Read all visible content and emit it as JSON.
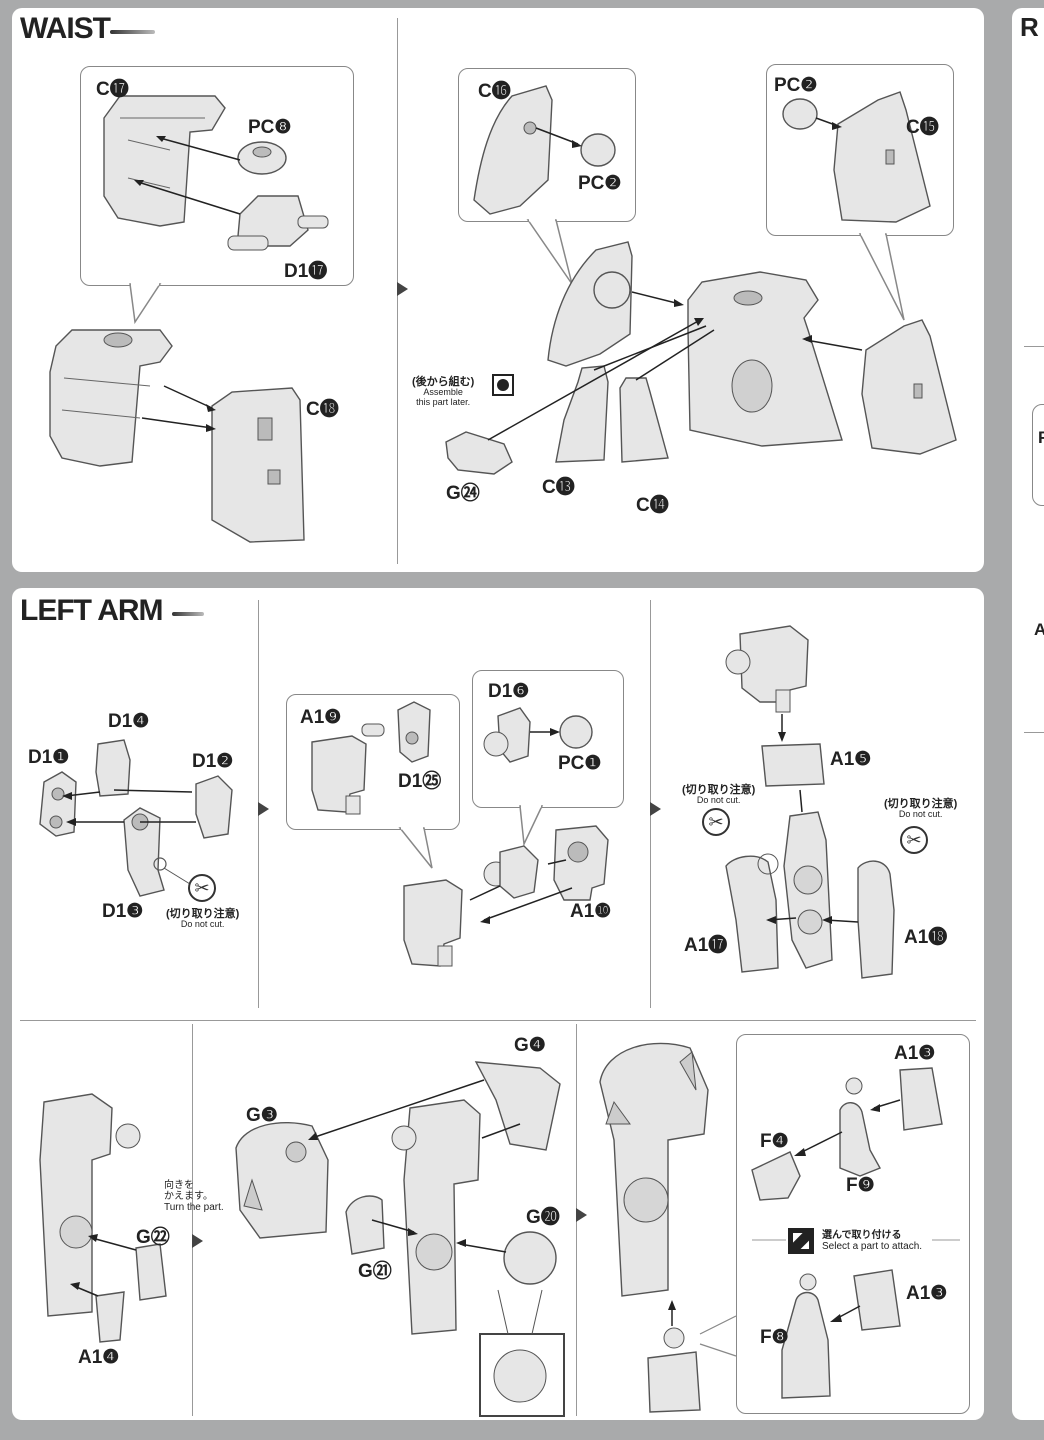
{
  "sections": {
    "waist": {
      "title": "WAIST"
    },
    "left_arm": {
      "title": "LEFT ARM"
    }
  },
  "right_strip": {
    "letter_top": "R",
    "letter_mid_a": "F",
    "letter_mid_b": "A"
  },
  "labels": {
    "c17": "C⓱",
    "pc8": "PC❽",
    "d117": "D1⓱",
    "c18": "C⓲",
    "c16": "C⓰",
    "pc2_a": "PC❷",
    "pc2_b": "PC❷",
    "c15": "C⓯",
    "g24": "G㉔",
    "c13": "C⓭",
    "c14": "C⓮",
    "d14": "D1❹",
    "d11": "D1❶",
    "d12": "D1❷",
    "d13": "D1❸",
    "a19": "A1❾",
    "d125": "D1㉕",
    "d16": "D1❻",
    "pc1": "PC❶",
    "a110": "A1❿",
    "a15": "A1❺",
    "a117": "A1⓱",
    "a118": "A1⓲",
    "g22": "G㉒",
    "a14": "A1❹",
    "g3": "G❸",
    "g4": "G❹",
    "g20": "G⓴",
    "g21": "G㉑",
    "a13_a": "A1❸",
    "a13_b": "A1❸",
    "f4": "F❹",
    "f9": "F❾",
    "f8": "F❽"
  },
  "notes": {
    "assemble_later_jp": "(後から組む)",
    "assemble_later_en_1": "Assemble",
    "assemble_later_en_2": "this part later.",
    "do_not_cut_jp": "(切り取り注意)",
    "do_not_cut_en": "Do not cut.",
    "turn_jp_1": "向きを",
    "turn_jp_2": "かえます。",
    "turn_en": "Turn the part.",
    "select_jp": "選んで取り付ける",
    "select_en": "Select a part to attach."
  },
  "colors": {
    "page_bg": "#a9aaab",
    "panel": "#ffffff",
    "part_fill": "#e4e4e4",
    "part_stroke": "#555555"
  }
}
